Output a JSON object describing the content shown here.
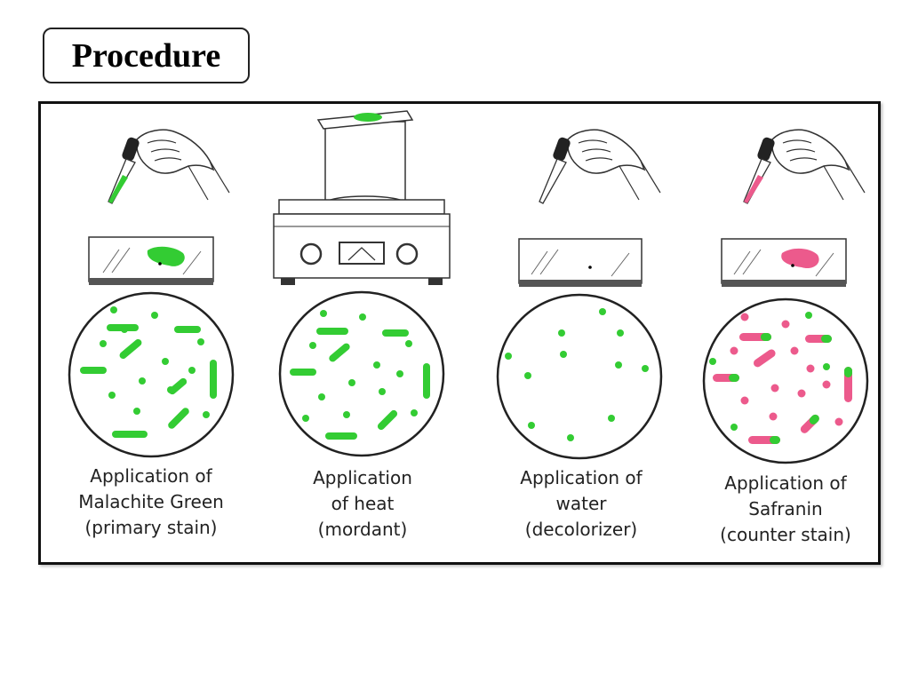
{
  "title": "Procedure",
  "colors": {
    "green": "#33cc33",
    "pink": "#ec5a8c",
    "ink": "#333333"
  },
  "steps": [
    {
      "lines": [
        "Application of",
        "Malachite Green",
        "(primary stain)"
      ],
      "stain": "green",
      "equipment": "dropper-and-slide"
    },
    {
      "lines": [
        "Application",
        "of heat",
        "(mordant)"
      ],
      "stain": "green",
      "equipment": "hot-plate"
    },
    {
      "lines": [
        "Application of",
        "water",
        "(decolorizer)"
      ],
      "stain": "none",
      "equipment": "dropper-and-slide"
    },
    {
      "lines": [
        "Application of",
        "Safranin",
        "(counter stain)"
      ],
      "stain": "pink",
      "equipment": "dropper-and-slide"
    }
  ]
}
